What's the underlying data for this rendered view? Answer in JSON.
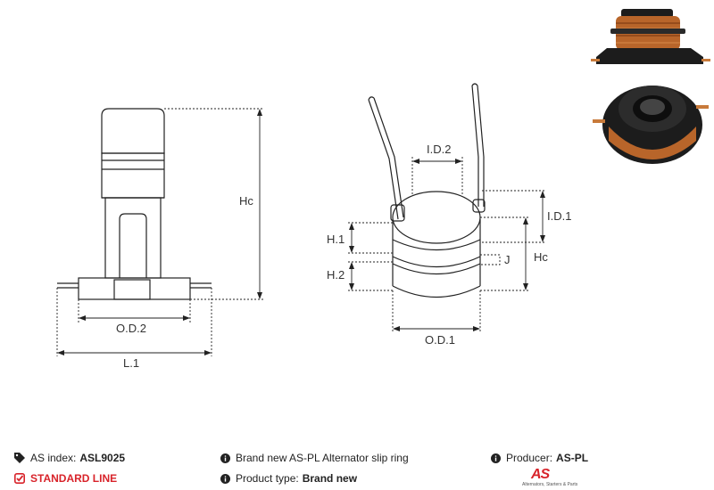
{
  "drawing": {
    "left_view": {
      "labels": {
        "hc": "Hc",
        "od2": "O.D.2",
        "l1": "L.1"
      }
    },
    "right_view": {
      "labels": {
        "id2": "I.D.2",
        "id1": "I.D.1",
        "h1": "H.1",
        "h2": "H.2",
        "j": "J",
        "hc": "Hc",
        "od1": "O.D.1"
      }
    },
    "colors": {
      "line": "#222222",
      "copper": "#b8652a",
      "photo_dark": "#1c1c1c"
    }
  },
  "footer": {
    "as_index_label": "AS index:",
    "as_index_value": "ASL9025",
    "standard_line": "STANDARD LINE",
    "description": "Brand new AS-PL Alternator slip ring",
    "product_type_label": "Product type:",
    "product_type_value": "Brand new",
    "producer_label": "Producer:",
    "producer_value": "AS-PL",
    "logo_mark": "AS",
    "logo_tagline": "Alternators, Starters & Parts",
    "icons": [
      "tag-icon",
      "checkbox-icon",
      "info-icon",
      "info-icon",
      "info-icon"
    ],
    "colors": {
      "accent": "#d8232a",
      "text": "#222222"
    }
  }
}
